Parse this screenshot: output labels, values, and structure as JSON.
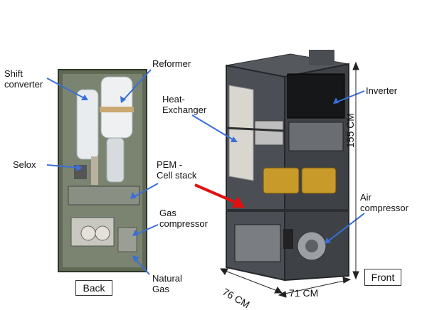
{
  "labels": {
    "shift_converter": "Shift\nconverter",
    "reformer": "Reformer",
    "heat_exchanger": "Heat-\nExchanger",
    "inverter": "Inverter",
    "selox": "Selox",
    "pem_cell_stack": "PEM -\nCell stack",
    "gas_compressor": "Gas\ncompressor",
    "air_compressor": "Air\ncompressor",
    "natural_gas": "Natural\nGas"
  },
  "views": {
    "back": "Back",
    "front": "Front"
  },
  "dimensions": {
    "height": "155 CM",
    "depth": "76 CM",
    "width": "71 CM"
  },
  "colors": {
    "arrow_blue": "#3a6fd8",
    "arrow_red": "#e01010",
    "frame_dark": "#3d4045",
    "back_panel": "#6f7a63"
  }
}
